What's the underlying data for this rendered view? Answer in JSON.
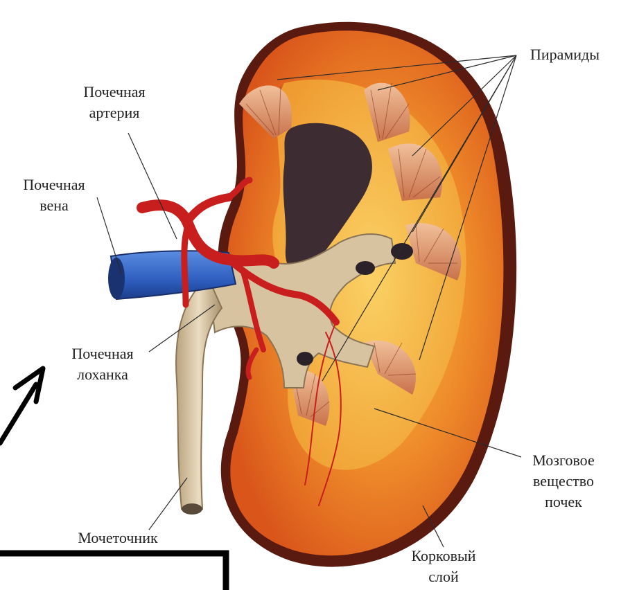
{
  "labels": {
    "renal_artery": [
      "Почечная",
      "артерия"
    ],
    "renal_vein": [
      "Почечная",
      "вена"
    ],
    "renal_pelvis": [
      "Почечная",
      "лоханка"
    ],
    "ureter": "Мочеточник",
    "pyramids": "Пирамиды",
    "medulla": [
      "Мозговое",
      "вещество",
      "почек"
    ],
    "cortex": [
      "Корковый",
      "слой"
    ]
  },
  "colors": {
    "cortex": "#e0641c",
    "cortex_edge": "#5a1a10",
    "medulla": "#f3b23a",
    "pelvis": "#d8c3a0",
    "sinus": "#3e2c33",
    "artery": "#c81e1e",
    "vein": "#2e5fc0",
    "annotation_arrow": "#000000"
  }
}
